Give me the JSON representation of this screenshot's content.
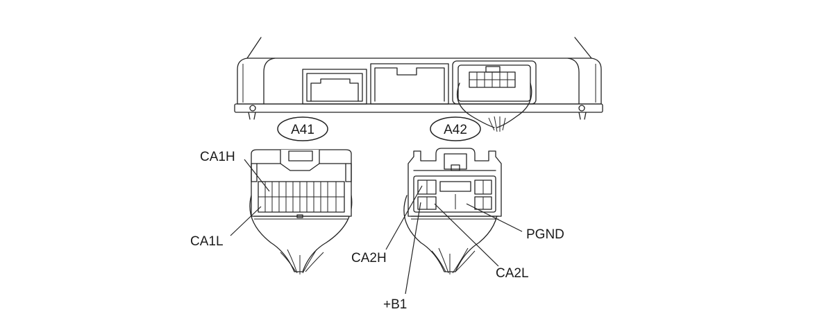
{
  "connectors": {
    "a41": "A41",
    "a42": "A42"
  },
  "pins": {
    "ca1h": "CA1H",
    "ca1l": "CA1L",
    "ca2h": "CA2H",
    "b1": "+B1",
    "ca2l": "CA2L",
    "pgnd": "PGND"
  },
  "colors": {
    "line": "#222222",
    "background": "#ffffff"
  }
}
